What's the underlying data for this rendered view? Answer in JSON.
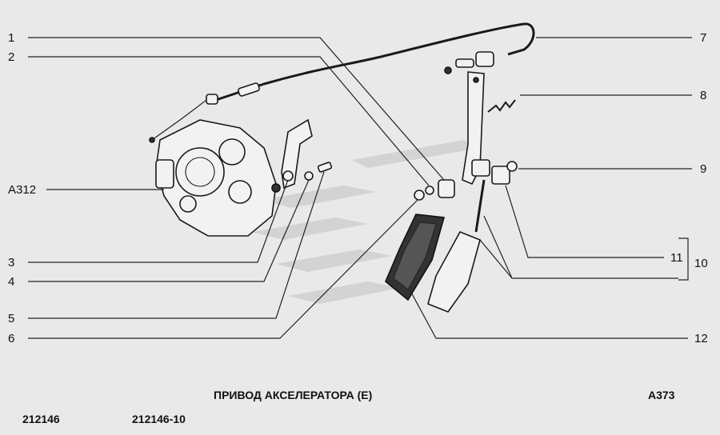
{
  "callouts": {
    "c1": "1",
    "c2": "2",
    "c3": "3",
    "c4": "4",
    "c5": "5",
    "c6": "6",
    "c7": "7",
    "c8": "8",
    "c9": "9",
    "c10": "10",
    "c11": "11",
    "c12": "12",
    "a312": "A312"
  },
  "caption": {
    "title": "ПРИВОД АКСЕЛЕРАТОРА (E)",
    "page_ref": "A373",
    "model_1": "212146",
    "model_2": "212146-10"
  },
  "colors": {
    "background": "#e9e9e9",
    "ink": "#111111",
    "watermark": "#d2d2d2"
  }
}
